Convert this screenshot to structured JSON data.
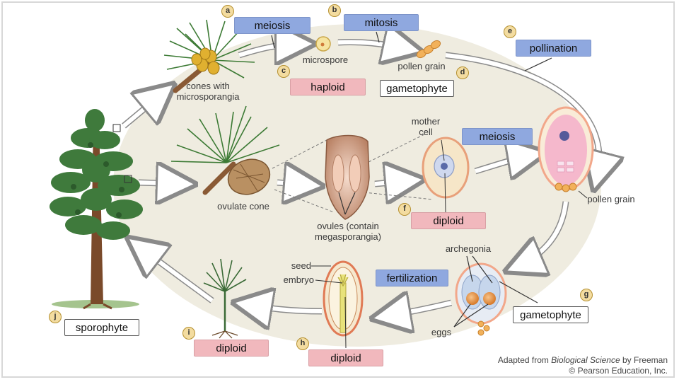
{
  "letters": [
    "a",
    "b",
    "c",
    "d",
    "e",
    "f",
    "g",
    "h",
    "i",
    "j"
  ],
  "boxes": {
    "meiosis_top": "meiosis",
    "mitosis": "mitosis",
    "haploid": "haploid",
    "gametophyte_top": "gametophyte",
    "pollination": "pollination",
    "meiosis_mid": "meiosis",
    "diploid_f": "diploid",
    "fertilization": "fertilization",
    "gametophyte_bottom": "gametophyte",
    "diploid_h": "diploid",
    "diploid_i": "diploid",
    "sporophyte": "sporophyte"
  },
  "labels": {
    "cones_line1": "cones with",
    "cones_line2": "microsporangia",
    "microspore": "microspore",
    "pollen_grain_top": "pollen grain",
    "mother_line1": "mother",
    "mother_line2": "cell",
    "pollen_grain_right": "pollen grain",
    "ovulate_cone": "ovulate cone",
    "ovules_line1": "ovules (contain",
    "ovules_line2": "megasporangia)",
    "archegonia": "archegonia",
    "seed": "seed",
    "embryo": "embryo",
    "eggs": "eggs"
  },
  "credit": {
    "prefix": "Adapted from ",
    "title": "Biological Science",
    "suffix": " by Freeman",
    "copyright": "© Pearson Education, Inc."
  },
  "colors": {
    "background_oval": "#efece0",
    "blue_box": "#8fa8df",
    "pink_box": "#f1b8bd",
    "letter_badge": "#f3dca0",
    "foliage": "#3f7a3c",
    "trunk": "#7a4a2a"
  }
}
